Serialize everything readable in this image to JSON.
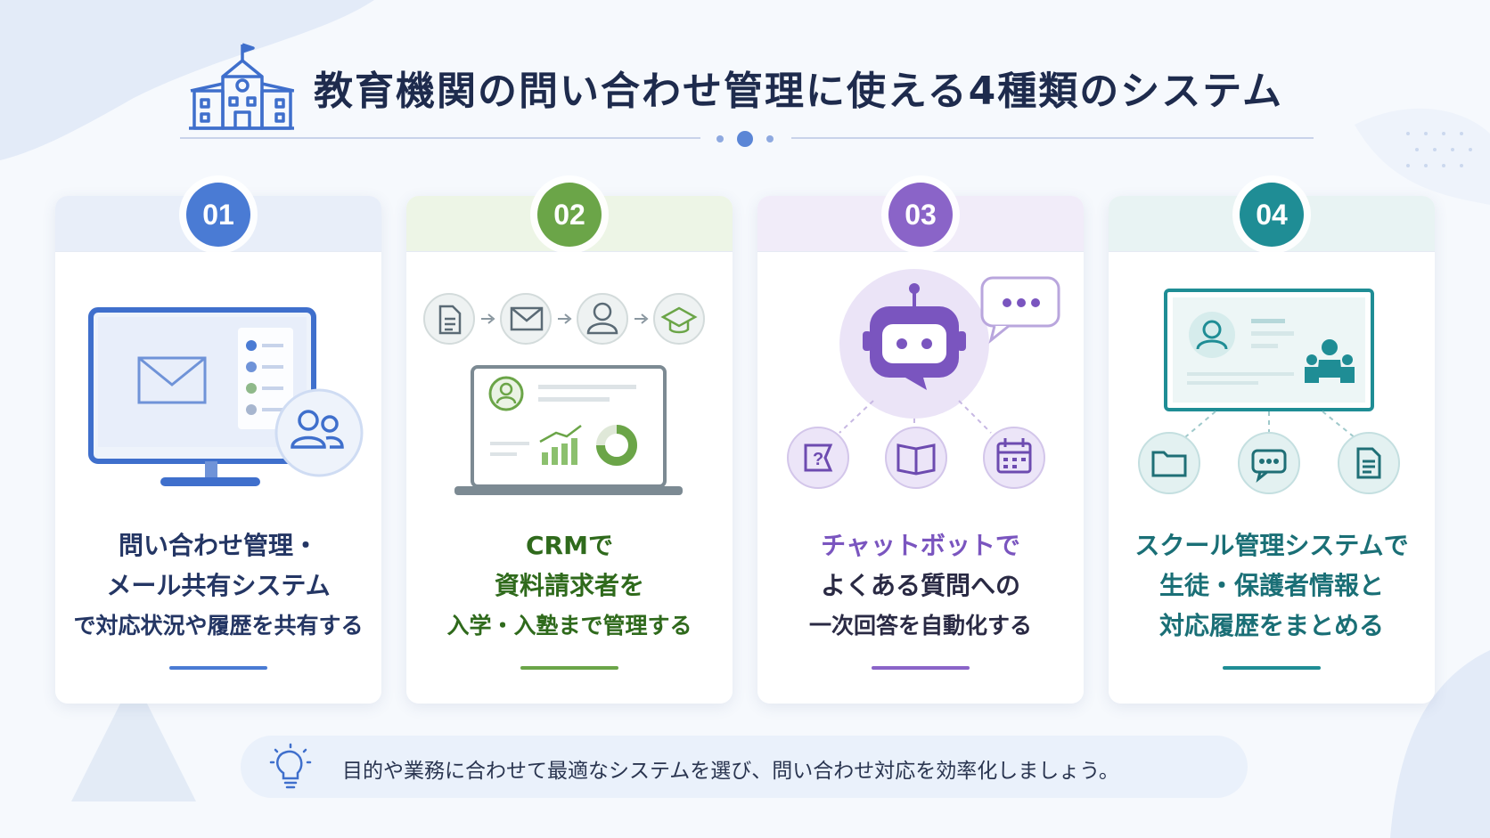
{
  "title": "教育機関の問い合わせ管理に使える4種類のシステム",
  "cards": [
    {
      "number": "01",
      "accent": "#4a7bd4",
      "lines": [
        "問い合わせ管理・",
        "メール共有システム",
        "で対応状況や履歴を共有する"
      ],
      "icons": [
        "monitor-icon",
        "envelope-icon",
        "list-icon",
        "users-icon"
      ]
    },
    {
      "number": "02",
      "accent": "#6ba548",
      "lines": [
        "CRMで",
        "資料請求者を",
        "入学・入塾まで管理する"
      ],
      "icons": [
        "document-icon",
        "envelope-icon",
        "user-icon",
        "graduation-cap-icon",
        "laptop-icon",
        "bar-chart-icon",
        "donut-chart-icon"
      ]
    },
    {
      "number": "03",
      "accent": "#8a64c8",
      "lines": [
        "チャットボットで",
        "よくある質問への",
        "一次回答を自動化する"
      ],
      "icons": [
        "robot-icon",
        "chat-bubble-icon",
        "question-icon",
        "book-icon",
        "calendar-icon"
      ]
    },
    {
      "number": "04",
      "accent": "#1f8d95",
      "lines": [
        "スクール管理システムで",
        "生徒・保護者情報と",
        "対応履歴をまとめる"
      ],
      "icons": [
        "profile-board-icon",
        "family-icon",
        "folder-icon",
        "chat-icon",
        "document-icon"
      ]
    }
  ],
  "tip": {
    "icon": "lightbulb-icon",
    "text": "目的や業務に合わせて最適なシステムを選び、問い合わせ対応を効率化しましょう。"
  },
  "colors": {
    "title": "#1e2b4d",
    "card1": "#4a7bd4",
    "card2": "#6ba548",
    "card3": "#8a64c8",
    "card4": "#1f8d95"
  }
}
